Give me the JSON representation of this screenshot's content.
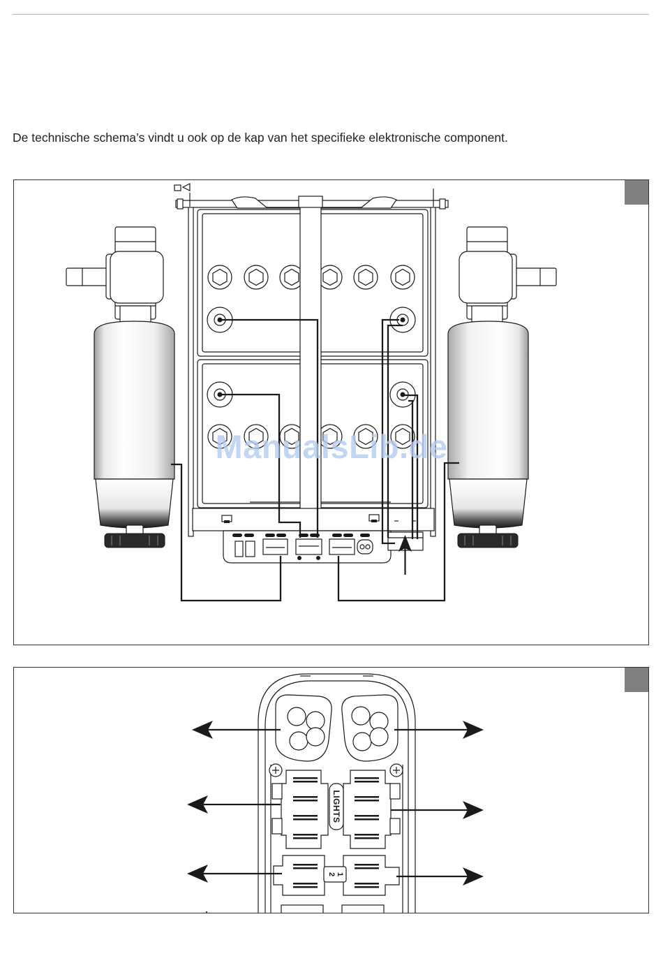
{
  "page": {
    "intro_text": "De technische schema’s vindt u ook op de kap van het specifieke elektronische component.",
    "watermark": "ManualsLib.de"
  },
  "figure2": {
    "lights_label": "LIGHTS",
    "port_1": "1",
    "port_2": "2"
  },
  "colors": {
    "line": "#1a1a1a",
    "rule": "#b0b0b0",
    "figure_tab": "#808080",
    "watermark": "#b3cbef"
  }
}
